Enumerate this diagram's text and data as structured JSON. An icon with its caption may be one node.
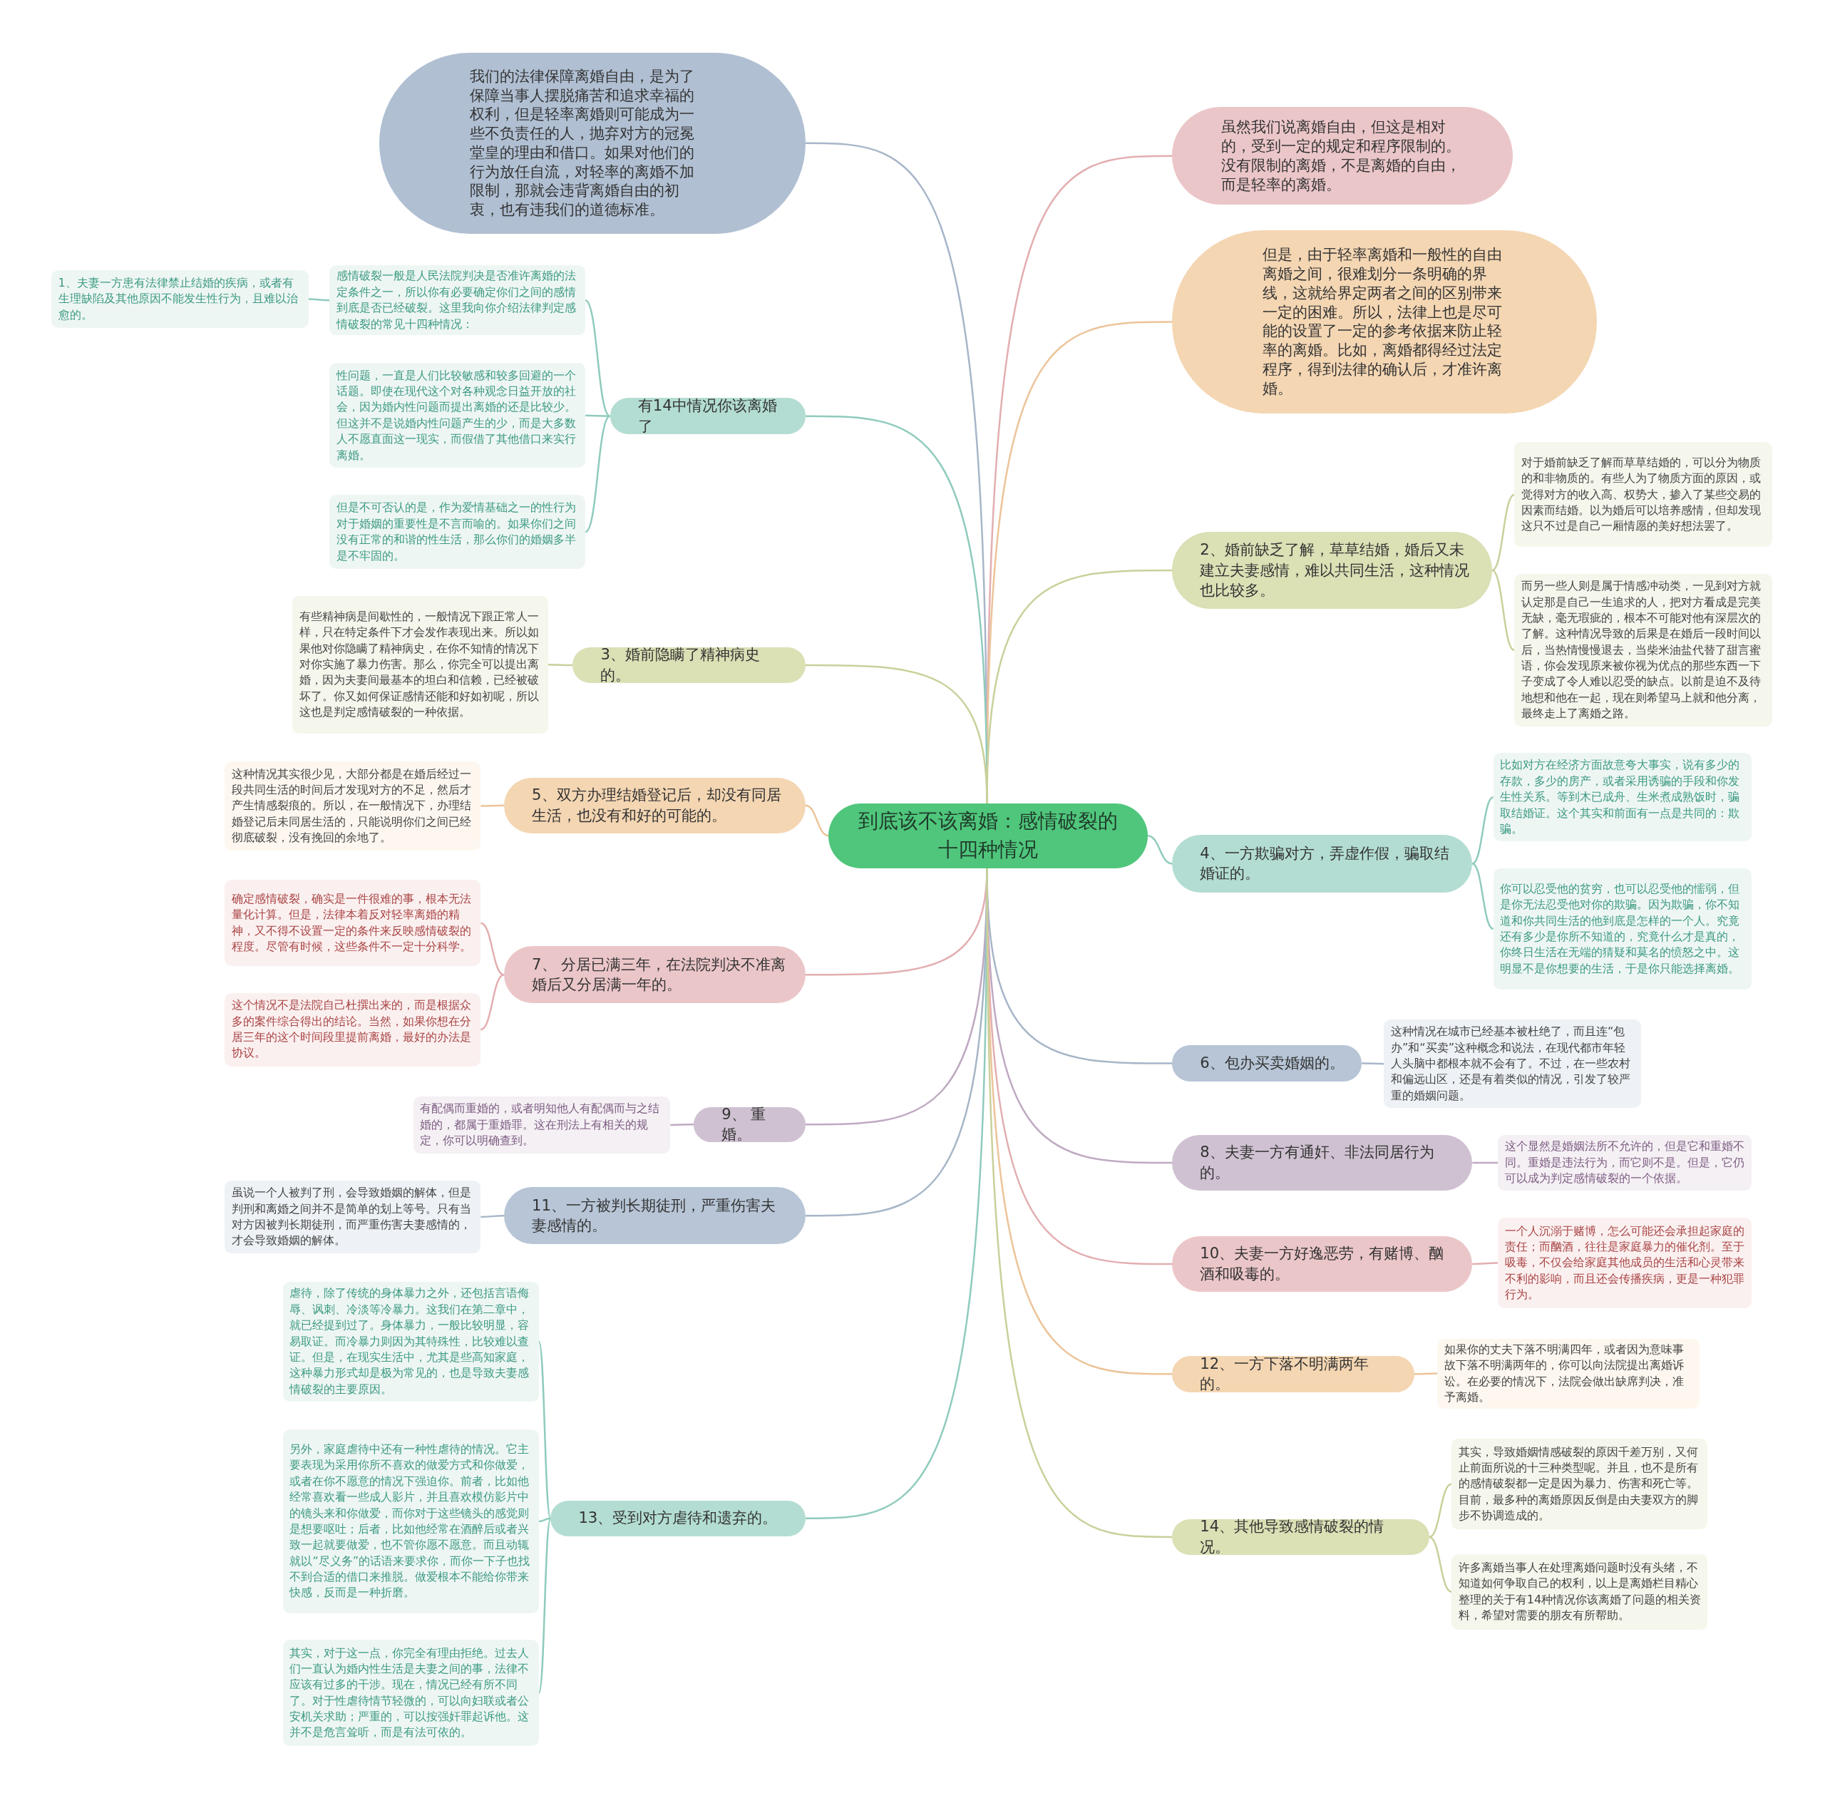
{
  "diagram": {
    "nodes": [
      {
        "text": [
          "到底该不该离婚：感情破裂的十四种情况"
        ]
      },
      {
        "text": [
          "我们的法律保障离婚自由，是为了保障当事人摆脱痛苦和追求幸福的权利，但是轻率离婚则可能成为一些不负责任的人，抛弃对方的冠冕堂皇的理由和借口。如果对他们的行为放任自流，对轻率的离婚不加限制，那就会违背离婚自由的初衷，也有违我们的道德标准。"
        ]
      },
      {
        "text": [
          "虽然我们说离婚自由，但这是相对的，受到一定的规定和程序限制的。没有限制的离婚，不是离婚的自由，而是轻率的离婚。"
        ]
      },
      {
        "text": [
          "但是，由于轻率离婚和一般性的自由离婚之间，很难划分一条明确的界线，这就给界定两者之间的区别带来一定的困难。所以，法律上也是尽可能的设置了一定的参考依据来防止轻率的离婚。比如，离婚都得经过法定程序，得到法律的确认后，才准许离婚。"
        ]
      },
      {
        "text": [
          "有14中情况你该离婚了"
        ]
      },
      {
        "text": [
          "感情破裂一般是人民法院判决是否准许离婚的法定条件之一，所以你有必要确定你们之间的感情到底是否已经破裂。这里我向你介绍法律判定感情破裂的常见十四种情况："
        ]
      },
      {
        "text": [
          "1、夫妻一方患有法律禁止结婚的疾病，或者有生理缺陷及其他原因不能发生性行为，且难以治愈的。"
        ]
      },
      {
        "text": [
          "性问题，一直是人们比较敏感和较多回避的一个话题。即使在现代这个对各种观念日益开放的社会，因为婚内性问题而提出离婚的还是比较少。但这并不是说婚内性问题产生的少，而是大多数人不愿直面这一现实，而假借了其他借口来实行离婚。"
        ]
      },
      {
        "text": [
          "但是不可否认的是，作为爱情基础之一的性行为对于婚姻的重要性是不言而喻的。如果你们之间没有正常的和谐的性生活，那么你们的婚姻多半是不牢固的。"
        ]
      },
      {
        "text": [
          "2、婚前缺乏了解，草草结婚，婚后又未建立夫妻感情，难以共同生活，这种情况也比较多。"
        ]
      },
      {
        "text": [
          "对于婚前缺乏了解而草草结婚的，可以分为物质的和非物质的。有些人为了物质方面的原因，或觉得对方的收入高、权势大，掺入了某些交易的因素而结婚。以为婚后可以培养感情，但却发现这只不过是自己一厢情愿的美好想法罢了。"
        ]
      },
      {
        "text": [
          "而另一些人则是属于情感冲动类，一见到对方就认定那是自己一生追求的人，把对方看成是完美无缺，毫无瑕疵的，根本不可能对他有深层次的了解。这种情况导致的后果是在婚后一段时间以后，当热情慢慢退去，当柴米油盐代替了甜言蜜语，你会发现原来被你视为优点的那些东西一下子变成了令人难以忍受的缺点。以前是迫不及待地想和他在一起，现在则希望马上就和他分离，最终走上了离婚之路。"
        ]
      },
      {
        "text": [
          "3、婚前隐瞒了精神病史的。"
        ]
      },
      {
        "text": [
          "有些精神病是间歇性的，一般情况下跟正常人一样，只在特定条件下才会发作表现出来。所以如果他对你隐瞒了精神病史，在你不知情的情况下对你实施了暴力伤害。那么，你完全可以提出离婚，因为夫妻间最基本的坦白和信赖，已经被破坏了。你又如何保证感情还能和好如初呢，所以这也是判定感情破裂的一种依据。"
        ]
      },
      {
        "text": [
          "4、一方欺骗对方，弄虚作假，骗取结婚证的。"
        ]
      },
      {
        "text": [
          "比如对方在经济方面故意夸大事实，说有多少的存款，多少的房产，或者采用诱骗的手段和你发生性关系。等到木已成舟、生米煮成熟饭时，骗取结婚证。这个其实和前面有一点是共同的：欺骗。"
        ]
      },
      {
        "text": [
          "你可以忍受他的贫穷，也可以忍受他的懦弱，但是你无法忍受他对你的欺骗。因为欺骗，你不知道和你共同生活的他到底是怎样的一个人。究竟还有多少是你所不知道的，究竟什么才是真的，你终日生活在无端的猜疑和莫名的愤怒之中。这明显不是你想要的生活，于是你只能选择离婚。"
        ]
      },
      {
        "text": [
          "5、双方办理结婚登记后，却没有同居生活，也没有和好的可能的。"
        ]
      },
      {
        "text": [
          "这种情况其实很少见，大部分都是在婚后经过一段共同生活的时间后才发现对方的不足，然后才产生情感裂痕的。所以，在一般情况下，办理结婚登记后未同居生活的，只能说明你们之间已经彻底破裂，没有挽回的余地了。"
        ]
      },
      {
        "text": [
          "6、包办买卖婚姻的。"
        ]
      },
      {
        "text": [
          "这种情况在城市已经基本被杜绝了，而且连“包办”和“买卖”这种概念和说法，在现代都市年轻人头脑中都根本就不会有了。不过，在一些农村和偏远山区，还是有着类似的情况，引发了较严重的婚姻问题。"
        ]
      },
      {
        "text": [
          "7、 分居已满三年，在法院判决不准离婚后又分居满一年的。"
        ]
      },
      {
        "text": [
          "确定感情破裂，确实是一件很难的事，根本无法量化计算。但是，法律本着反对轻率离婚的精神，又不得不设置一定的条件来反映感情破裂的程度。尽管有时候，这些条件不一定十分科学。"
        ]
      },
      {
        "text": [
          "这个情况不是法院自己杜撰出来的，而是根据众多的案件综合得出的结论。当然，如果你想在分居三年的这个时间段里提前离婚，最好的办法是协议。"
        ]
      },
      {
        "text": [
          "8、夫妻一方有通奸、非法同居行为的。"
        ]
      },
      {
        "text": [
          "这个显然是婚姻法所不允许的，但是它和重婚不同。重婚是违法行为，而它则不是。但是，它仍可以成为判定感情破裂的一个依据。"
        ]
      },
      {
        "text": [
          "9、 重婚。"
        ]
      },
      {
        "text": [
          "有配偶而重婚的，或者明知他人有配偶而与之结婚的，都属于重婚罪。这在刑法上有相关的规定，你可以明确查到。"
        ]
      },
      {
        "text": [
          "10、夫妻一方好逸恶劳，有赌博、酗酒和吸毒的。"
        ]
      },
      {
        "text": [
          "一个人沉溺于赌博，怎么可能还会承担起家庭的责任；而酗酒，往往是家庭暴力的催化剂。至于吸毒，不仅会给家庭其他成员的生活和心灵带来不利的影响，而且还会传播疾病，更是一种犯罪行为。"
        ]
      },
      {
        "text": [
          "11、一方被判长期徒刑，严重伤害夫妻感情的。"
        ]
      },
      {
        "text": [
          "虽说一个人被判了刑，会导致婚姻的解体，但是判刑和离婚之间并不是简单的划上等号。只有当对方因被判长期徒刑，而严重伤害夫妻感情的，才会导致婚姻的解体。"
        ]
      },
      {
        "text": [
          "12、一方下落不明满两年的。"
        ]
      },
      {
        "text": [
          "如果你的丈夫下落不明满四年，或者因为意味事故下落不明满两年的，你可以向法院提出离婚诉讼。在必要的情况下，法院会做出缺席判决，准予离婚。"
        ]
      },
      {
        "text": [
          "13、受到对方虐待和遗弃的。"
        ]
      },
      {
        "text": [
          "虐待，除了传统的身体暴力之外，还包括言语侮辱、讽刺、冷淡等冷暴力。这我们在第二章中，就已经提到过了。身体暴力，一般比较明显，容易取证。而冷暴力则因为其特殊性，比较难以查证。但是，在现实生活中，尤其是些高知家庭，这种暴力形式却是极为常见的，也是导致夫妻感情破裂的主要原因。"
        ]
      },
      {
        "text": [
          "另外，家庭虐待中还有一种性虐待的情况。它主要表现为采用你所不喜欢的做爱方式和你做爱，或者在你不愿意的情况下强迫你。前者，比如他经常喜欢看一些成人影片，并且喜欢模仿影片中的镜头来和你做爱，而你对于这些镜头的感觉则是想要呕吐；后者，比如他经常在酒醉后或者兴致一起就要做爱，也不管你愿不愿意。而且动辄就以“尽义务”的话语来要求你，而你一下子也找不到合适的借口来推脱。做爱根本不能给你带来快感，反而是一种折磨。"
        ]
      },
      {
        "text": [
          "其实，对于这一点，你完全有理由拒绝。过去人们一直认为婚内性生活是夫妻之间的事，法律不应该有过多的干涉。现在，情况已经有所不同了。对于性虐待情节轻微的，可以向妇联或者公安机关求助；严重的，可以按强奸罪起诉他。这并不是危言耸听，而是有法可依的。"
        ]
      },
      {
        "text": [
          "14、其他导致感情破裂的情况。"
        ]
      },
      {
        "text": [
          "其实，导致婚姻情感破裂的原因千差万别，又何止前面所说的十三种类型呢。并且，也不是所有的感情破裂都一定是因为暴力、伤害和死亡等。目前，最多种的离婚原因反倒是由夫妻双方的脚步不协调造成的。"
        ]
      },
      {
        "text": [
          "许多离婚当事人在处理离婚问题时没有头绪，不知道如何争取自己的权利，以上是离婚栏目精心整理的关于有14种情况你该离婚了问题的相关资料，希望对需要的朋友有所帮助。"
        ]
      }
    ],
    "edges": [
      {
        "from": 0,
        "to": 1,
        "arrow": "none",
        "color": "#a7b6c8"
      },
      {
        "from": 0,
        "to": 2,
        "arrow": "none",
        "color": "#e3aeb1"
      },
      {
        "from": 0,
        "to": 3,
        "arrow": "none",
        "color": "#ecc49a"
      },
      {
        "from": 0,
        "to": 4,
        "arrow": "none",
        "color": "#8fcbbd"
      },
      {
        "from": 4,
        "to": 5,
        "arrow": "none",
        "color": "#8fcbbd"
      },
      {
        "from": 5,
        "to": 6,
        "arrow": "none",
        "color": "#8fcbbd"
      },
      {
        "from": 4,
        "to": 7,
        "arrow": "none",
        "color": "#8fcbbd"
      },
      {
        "from": 4,
        "to": 8,
        "arrow": "none",
        "color": "#8fcbbd"
      },
      {
        "from": 0,
        "to": 9,
        "arrow": "none",
        "color": "#c9d09a"
      },
      {
        "from": 9,
        "to": 10,
        "arrow": "none",
        "color": "#c9d09a"
      },
      {
        "from": 9,
        "to": 11,
        "arrow": "none",
        "color": "#c9d09a"
      },
      {
        "from": 0,
        "to": 12,
        "arrow": "none",
        "color": "#c9d09a"
      },
      {
        "from": 12,
        "to": 13,
        "arrow": "none",
        "color": "#c9d09a"
      },
      {
        "from": 0,
        "to": 14,
        "arrow": "none",
        "color": "#8fcbbd"
      },
      {
        "from": 14,
        "to": 15,
        "arrow": "none",
        "color": "#8fcbbd"
      },
      {
        "from": 14,
        "to": 16,
        "arrow": "none",
        "color": "#8fcbbd"
      },
      {
        "from": 0,
        "to": 17,
        "arrow": "none",
        "color": "#ecc49a"
      },
      {
        "from": 17,
        "to": 18,
        "arrow": "none",
        "color": "#ecc49a"
      },
      {
        "from": 0,
        "to": 19,
        "arrow": "none",
        "color": "#a7b6c8"
      },
      {
        "from": 19,
        "to": 20,
        "arrow": "none",
        "color": "#a7b6c8"
      },
      {
        "from": 0,
        "to": 21,
        "arrow": "none",
        "color": "#e3aeb1"
      },
      {
        "from": 21,
        "to": 22,
        "arrow": "none",
        "color": "#e3aeb1"
      },
      {
        "from": 21,
        "to": 23,
        "arrow": "none",
        "color": "#e3aeb1"
      },
      {
        "from": 0,
        "to": 24,
        "arrow": "none",
        "color": "#bfa9c2"
      },
      {
        "from": 24,
        "to": 25,
        "arrow": "none",
        "color": "#bfa9c2"
      },
      {
        "from": 0,
        "to": 26,
        "arrow": "none",
        "color": "#bfa9c2"
      },
      {
        "from": 26,
        "to": 27,
        "arrow": "none",
        "color": "#bfa9c2"
      },
      {
        "from": 0,
        "to": 28,
        "arrow": "none",
        "color": "#e3aeb1"
      },
      {
        "from": 28,
        "to": 29,
        "arrow": "none",
        "color": "#e3aeb1"
      },
      {
        "from": 0,
        "to": 30,
        "arrow": "none",
        "color": "#a7b6c8"
      },
      {
        "from": 30,
        "to": 31,
        "arrow": "none",
        "color": "#a7b6c8"
      },
      {
        "from": 0,
        "to": 32,
        "arrow": "none",
        "color": "#ecc49a"
      },
      {
        "from": 32,
        "to": 33,
        "arrow": "none",
        "color": "#ecc49a"
      },
      {
        "from": 0,
        "to": 34,
        "arrow": "none",
        "color": "#8fcbbd"
      },
      {
        "from": 34,
        "to": 35,
        "arrow": "none",
        "color": "#8fcbbd"
      },
      {
        "from": 34,
        "to": 36,
        "arrow": "none",
        "color": "#8fcbbd"
      },
      {
        "from": 34,
        "to": 37,
        "arrow": "none",
        "color": "#8fcbbd"
      },
      {
        "from": 0,
        "to": 38,
        "arrow": "none",
        "color": "#c9d09a"
      },
      {
        "from": 38,
        "to": 39,
        "arrow": "none",
        "color": "#c9d09a"
      },
      {
        "from": 38,
        "to": 40,
        "arrow": "none",
        "color": "#c9d09a"
      }
    ]
  }
}
